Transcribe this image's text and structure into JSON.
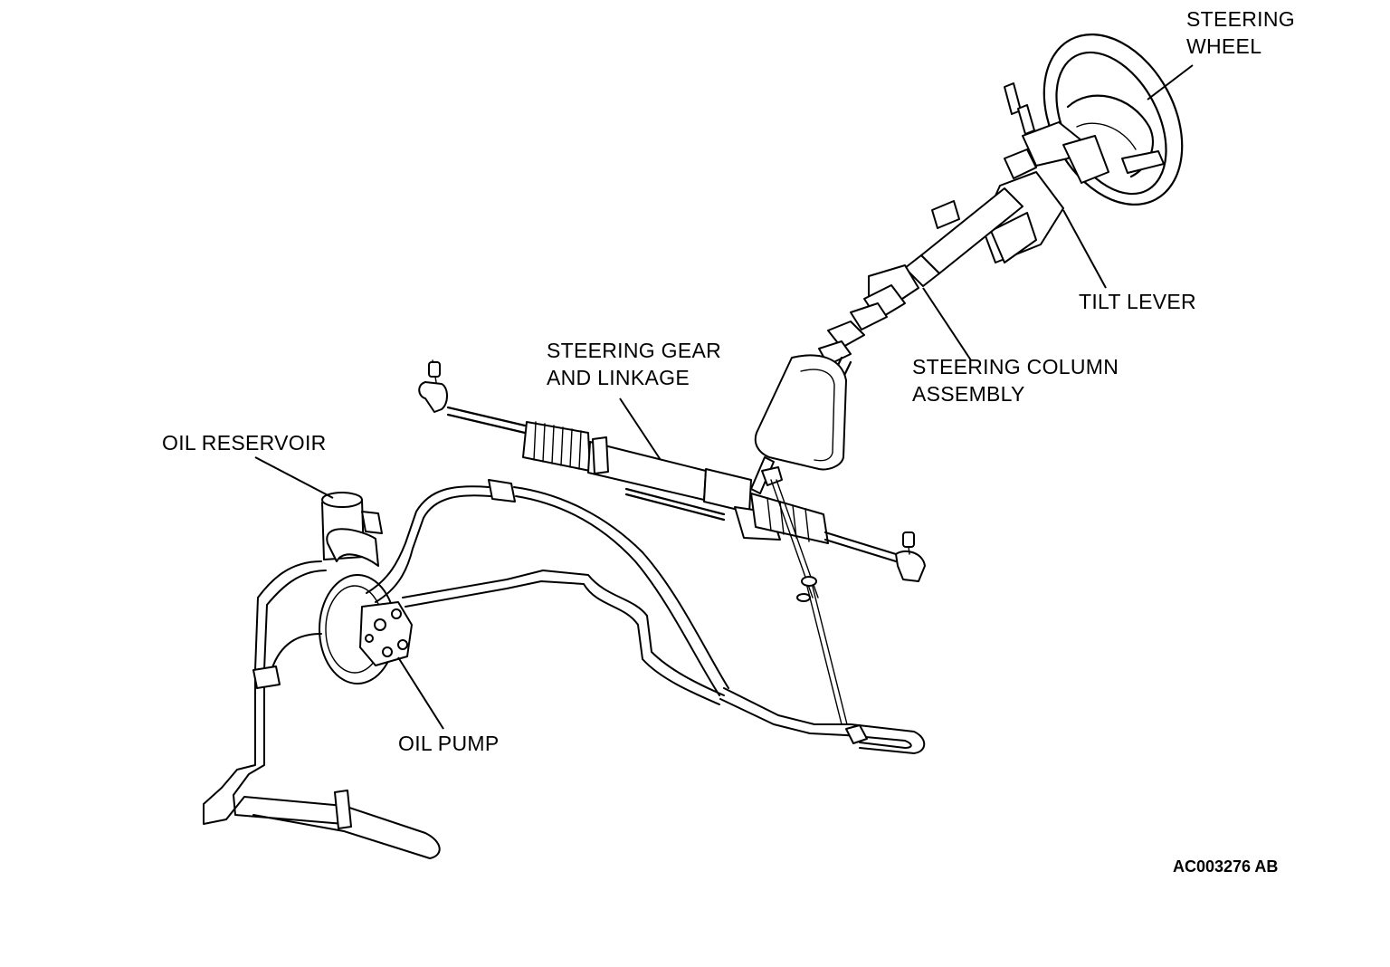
{
  "labels": {
    "steering_wheel": "STEERING\nWHEEL",
    "tilt_lever": "TILT LEVER",
    "steering_column": "STEERING COLUMN\nASSEMBLY",
    "steering_gear": "STEERING GEAR\nAND LINKAGE",
    "oil_reservoir": "OIL RESERVOIR",
    "oil_pump": "OIL PUMP"
  },
  "figure_code": "AC003276 AB",
  "colors": {
    "line": "#000000",
    "background": "#ffffff"
  }
}
